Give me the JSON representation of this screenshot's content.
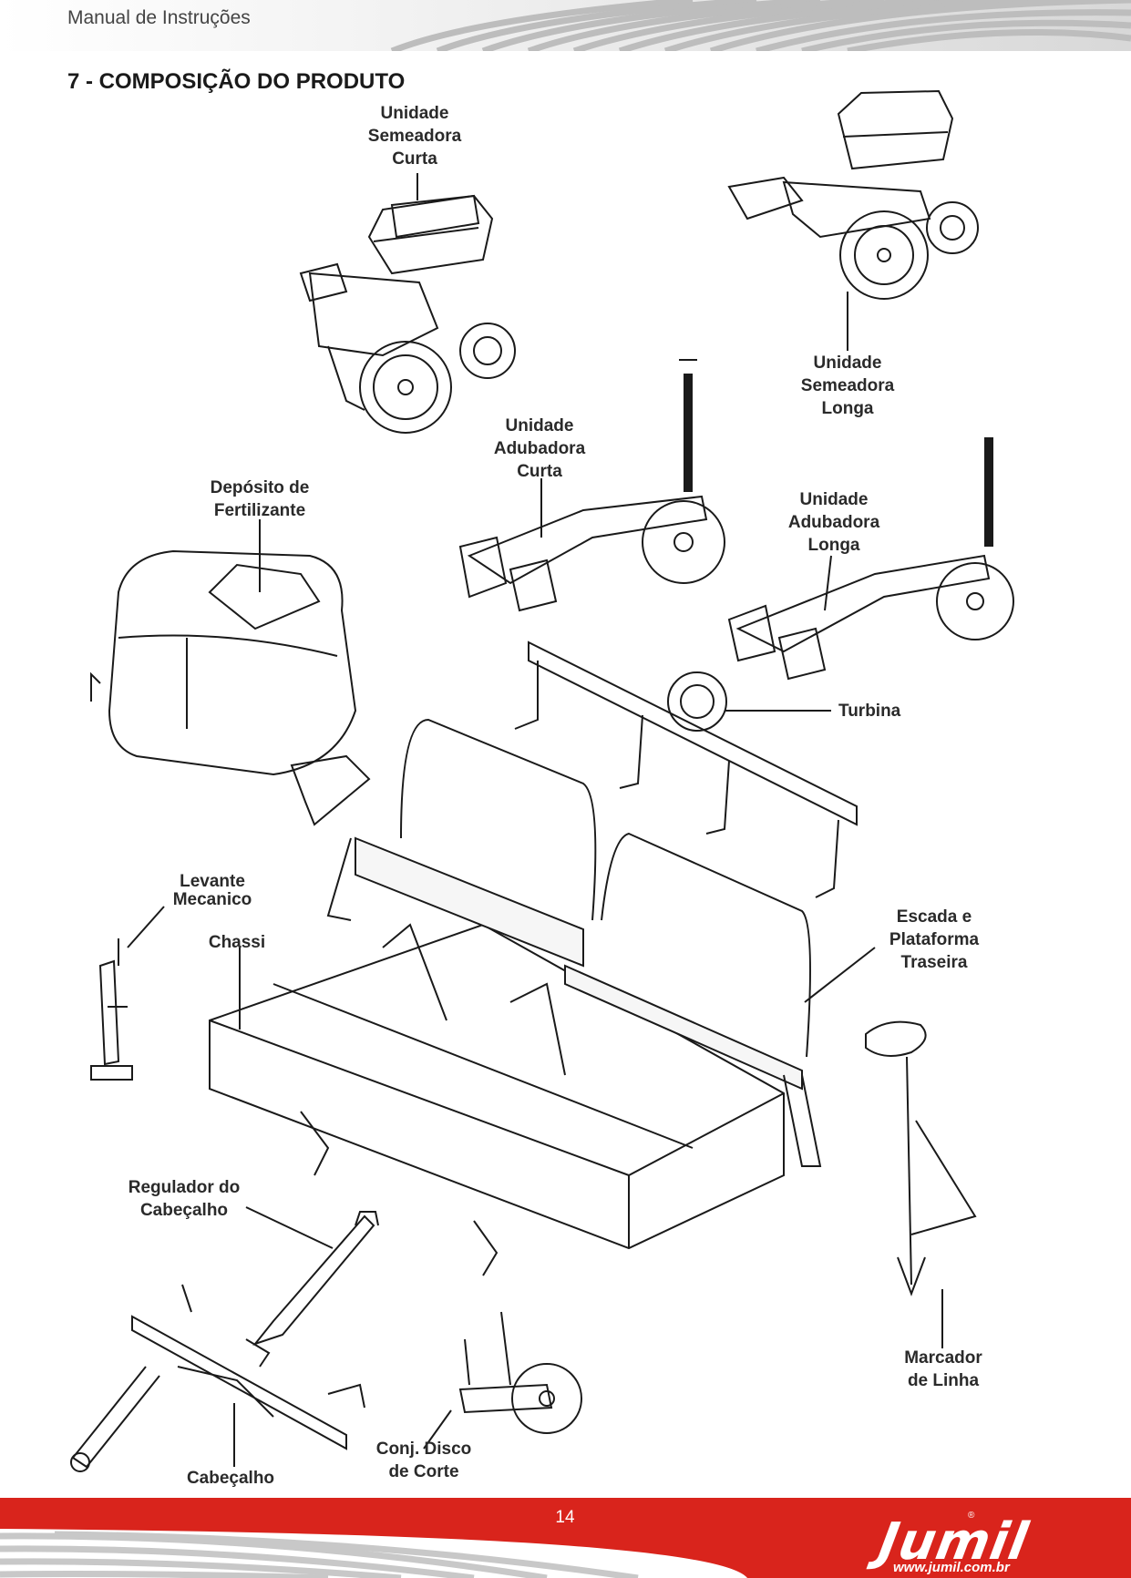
{
  "header": {
    "title": "Manual de Instruções"
  },
  "section": {
    "title": "7 - COMPOSIÇÃO DO PRODUTO"
  },
  "labels": {
    "semeadora_curta": "Unidade\nSemeadora\nCurta",
    "semeadora_longa": "Unidade\nSemeadora\nLonga",
    "adubadora_curta": "Unidade\nAdubadora\nCurta",
    "adubadora_longa": "Unidade\nAdubadora\nLonga",
    "deposito": "Depósito de\nFertilizante",
    "turbina": "Turbina",
    "levante": "Levante\nMecanico",
    "chassi": "Chassi",
    "escada": "Escada e\nPlataforma\nTraseira",
    "regulador": "Regulador do\nCabeçalho",
    "cabecalho": "Cabeçalho",
    "disco": "Conj. Disco\nde Corte",
    "marcador": "Marcador\nde Linha"
  },
  "footer": {
    "page_number": "14",
    "brand": "Jumil",
    "website": "www.jumil.com.br"
  },
  "colors": {
    "footer_red": "#d9241c",
    "stripe_gray": "#c8c8c8",
    "text_dark": "#2a2a2a"
  }
}
